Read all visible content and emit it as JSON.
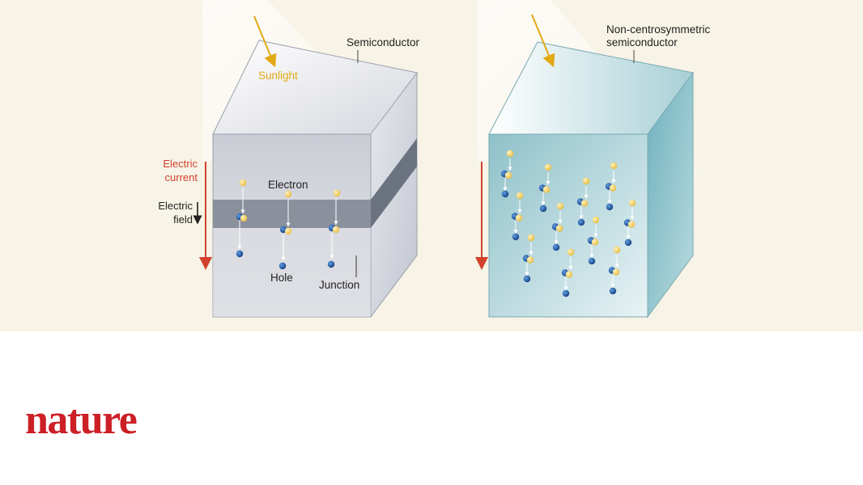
{
  "figure": {
    "left_panel": {
      "semiconductor_label": "Semiconductor",
      "sunlight_label": "Sunlight",
      "electric_current_label_1": "Electric",
      "electric_current_label_2": "current",
      "electric_field_label_1": "Electric",
      "electric_field_label_2": "field",
      "electron_label": "Electron",
      "hole_label": "Hole",
      "junction_label": "Junction"
    },
    "right_panel": {
      "semiconductor_label_1": "Non-centrosymmetric",
      "semiconductor_label_2": "semiconductor"
    },
    "colors": {
      "background": "#f7f3e6",
      "electron": "#f4cf5a",
      "hole": "#1e5ea8",
      "current_arrow": "#d2402c",
      "sunlight": "#e2a915",
      "junction": "#7d8694"
    }
  },
  "brand": {
    "logo": "nature"
  }
}
